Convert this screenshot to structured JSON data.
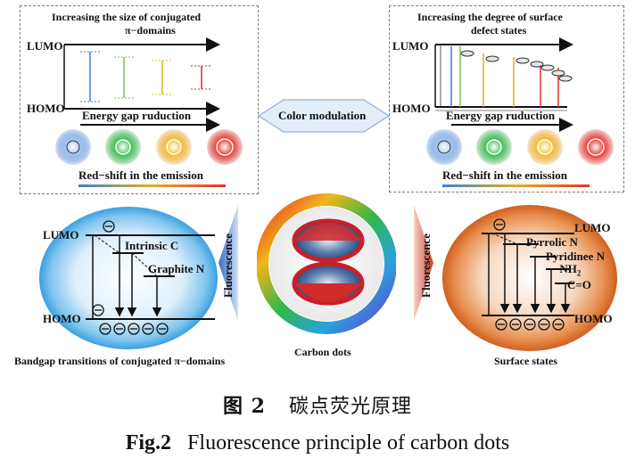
{
  "top_left": {
    "title_line1": "Increasing the size of conjugated",
    "title_line2": "π−domains",
    "lumo": "LUMO",
    "homo": "HOMO",
    "gap": "Energy gap ruduction",
    "shift": "Red−shift in the emission"
  },
  "top_right": {
    "title_line1": "Increasing the degree of surface",
    "title_line2": "defect states",
    "lumo": "LUMO",
    "homo": "HOMO",
    "gap": "Energy gap ruduction",
    "shift": "Red−shift in the emission"
  },
  "center": {
    "color_modulation": "Color modulation",
    "carbon_dots": "Carbon dots",
    "fluorescence_left": "Fluorescence",
    "fluorescence_right": "Fluorescence"
  },
  "left_sphere": {
    "lumo": "LUMO",
    "homo": "HOMO",
    "intrinsic": "Intrinsic C",
    "graphite": "Graphite N",
    "caption": "Bandgap transitions of conjugated π−domains"
  },
  "right_sphere": {
    "lumo": "LUMO",
    "homo": "HOMO",
    "pyrrolic": "Pyrrolic N",
    "pyridinee": "Pyridinee N",
    "nh2": "−NH",
    "nh2_sub": "2",
    "co": "C=O",
    "caption": "Surface states"
  },
  "caption": {
    "cn_label": "图 2",
    "cn_text": "碳点荧光原理",
    "en_label": "Fig.2",
    "en_text": "Fluorescence principle of carbon dots"
  },
  "colors": {
    "blue": "#3a7fd0",
    "green": "#2fb84a",
    "yellow": "#f2b51a",
    "red": "#e8322a"
  }
}
